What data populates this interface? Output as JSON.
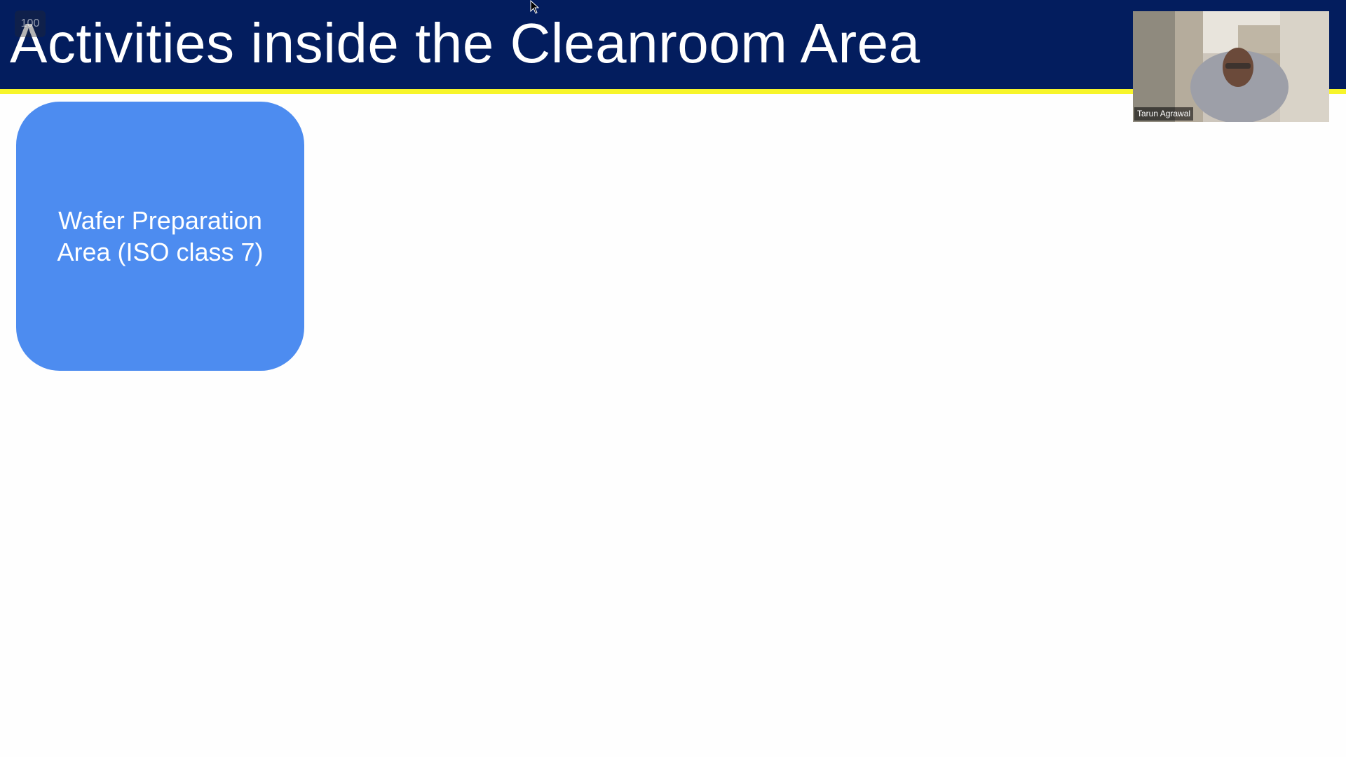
{
  "slide": {
    "title": "Activities inside the Cleanroom Area",
    "box_label": "Wafer Preparation Area (ISO class 7)"
  },
  "overlay": {
    "zoom_badge": "100"
  },
  "video": {
    "participant_name": "Tarun Agrawal"
  },
  "colors": {
    "title_bar": "#031d5e",
    "title_underline": "#f7f52a",
    "box_fill": "#4d8cf0",
    "background": "#fefefe"
  },
  "icons": {
    "cursor": "mouse-pointer-icon"
  }
}
